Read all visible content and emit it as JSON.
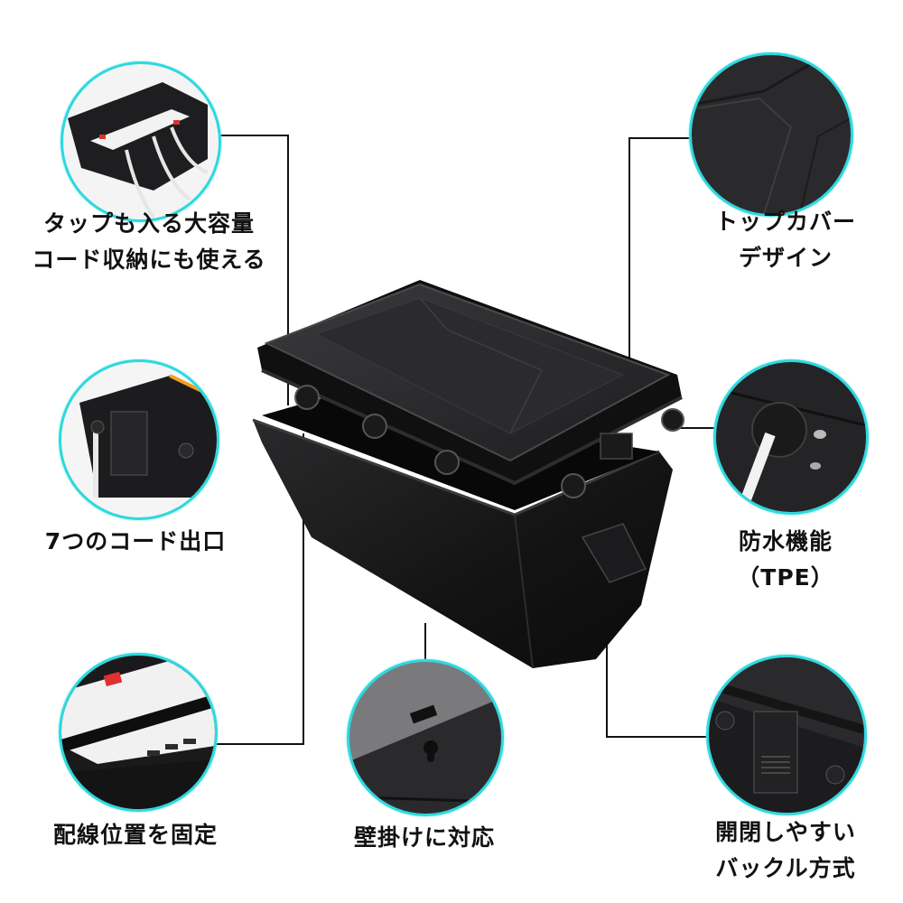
{
  "colors": {
    "accent_ring": "#2fd8de",
    "connector_line": "#111111",
    "label_text": "#111111",
    "product_black": "#1a1a1c"
  },
  "product": {
    "name": "black-waterproof-cable-box-with-lid"
  },
  "features": [
    {
      "id": "large-capacity",
      "image": "open-box-with-power-strip",
      "lines": [
        "タップも入る大容量",
        "コード収納にも使える"
      ]
    },
    {
      "id": "top-cover-design",
      "image": "lid-surface-closeup",
      "lines": [
        "トップカバー",
        "デザイン"
      ]
    },
    {
      "id": "cord-outlets",
      "image": "buckle-and-cord-closeup",
      "lines": [
        "7つのコード出口"
      ]
    },
    {
      "id": "waterproof",
      "image": "tpe-grommet-closeup",
      "lines": [
        "防水機能",
        "（TPE）"
      ]
    },
    {
      "id": "fixed-wiring",
      "image": "power-strip-clamp-closeup",
      "lines": [
        "配線位置を固定"
      ]
    },
    {
      "id": "wall-mount",
      "image": "keyhole-slot-closeup",
      "lines": [
        "壁掛けに対応"
      ]
    },
    {
      "id": "buckle",
      "image": "buckle-latch-closeup",
      "lines": [
        "開閉しやすい",
        "バックル方式"
      ]
    }
  ]
}
